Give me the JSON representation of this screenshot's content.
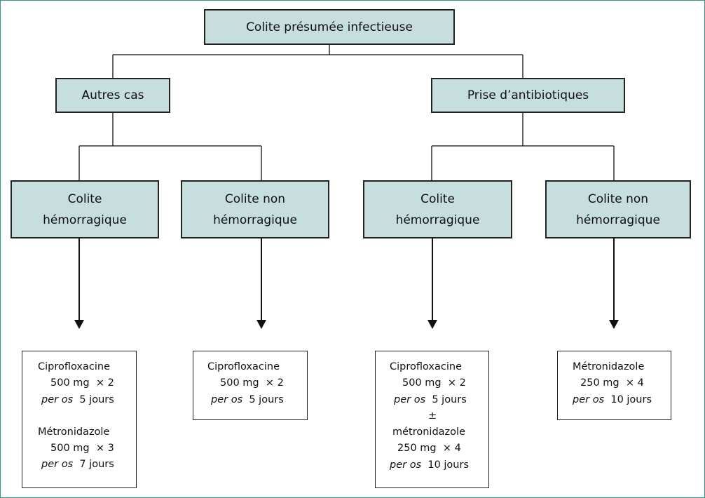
{
  "root": "Colite présumée infectieuse",
  "branches": {
    "left": "Autres cas",
    "right": "Prise d’antibiotiques"
  },
  "categories": {
    "a": [
      "Colite",
      "hémorragique"
    ],
    "b": [
      "Colite non",
      "hémorragique"
    ],
    "c": [
      "Colite",
      "hémorragique"
    ],
    "d": [
      "Colite non",
      "hémorragique"
    ]
  },
  "treatments": {
    "a": {
      "drug1": "Ciprofloxacine",
      "dose1": "500 mg  × 2",
      "route1": "per os",
      "duration1": "5 jours",
      "drug2": "Métronidazole",
      "dose2": "500 mg  × 3",
      "route2": "per os",
      "duration2": "7 jours"
    },
    "b": {
      "drug1": "Ciprofloxacine",
      "dose1": "500 mg  × 2",
      "route1": "per os",
      "duration1": "5 jours"
    },
    "c": {
      "drug1": "Ciprofloxacine",
      "dose1": "500 mg  × 2",
      "route1": "per os",
      "duration1": "5 jours",
      "connector": "±",
      "drug2": "métronidazole",
      "dose2": "250 mg  × 4",
      "route2": "per os",
      "duration2": "10 jours"
    },
    "d": {
      "drug1": "Métronidazole",
      "dose1": "250 mg  × 4",
      "route1": "per os",
      "duration1": "10 jours"
    }
  },
  "colors": {
    "box_fill": "#c6dede",
    "frame": "#2e9c86",
    "line": "#111111"
  }
}
